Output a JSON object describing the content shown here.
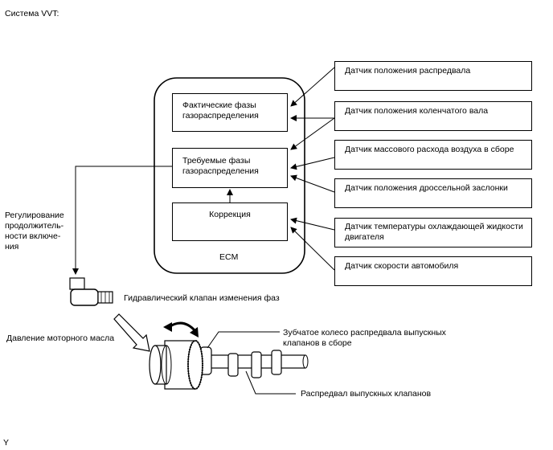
{
  "title": "Система VVT:",
  "ecm": {
    "label": "ECM",
    "actual_phases": "Фактические фазы газораспределения",
    "target_phases": "Требуемые фазы газораспределения",
    "correction": "Коррекция"
  },
  "sensors": [
    "Датчик положения распредвала",
    "Датчик положения коленчатого вала",
    "Датчик массового расхода воздуха в сборе",
    "Датчик положения дроссельной заслонки",
    "Датчик температуры охлаждающей жидкости двигателя",
    "Датчик скорости автомобиля"
  ],
  "duty_control_label": "Регулирование продолжитель- ности включе- ния",
  "ocv_label": "Гидравлический клапан изменения фаз",
  "oil_pressure_label": "Давление моторного масла",
  "sprocket_label": "Зубчатое колесо распредвала выпускных клапанов в сборе",
  "camshaft_label": "Распредвал выпускных клапанов",
  "footer_mark": "Y"
}
